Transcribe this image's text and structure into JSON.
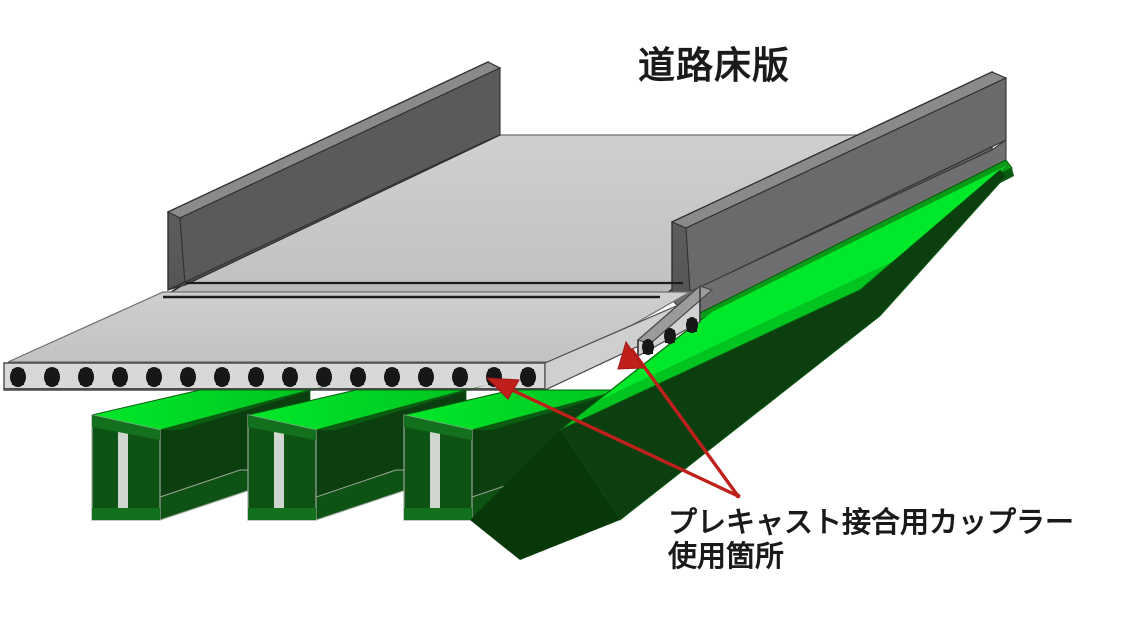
{
  "figure": {
    "kind": "isometric-technical-illustration",
    "subject": "precast concrete road deck slab on steel plate girders",
    "background_color": "#ffffff"
  },
  "labels": {
    "deck_title": "道路床版",
    "callout_line1": "プレキャスト接合用カップラー",
    "callout_line2": "使用箇所"
  },
  "colors": {
    "deck_top": "#c9c9c9",
    "deck_top_far": "#c4c4c4",
    "parapet_face": "#5e5e5e",
    "parapet_top": "#7a7a7a",
    "parapet_edge": "#4a4a4a",
    "deck_edge_band": "#d4d4d4",
    "coupler_bolt": "#1a1a1a",
    "girder_flange_light": "#00e024",
    "girder_flange_mid": "#00a81c",
    "girder_web_dark": "#0b3f10",
    "girder_web_darker": "#06300c",
    "girder_bottom": "#0d4a13",
    "girder_outline": "#9aa69a",
    "arrow_red": "#c0201c",
    "arrow_red_dark": "#8d1512",
    "outline": "#2a2a2a",
    "text": "#1a1a1a"
  },
  "components": [
    {
      "name": "road-deck-slab",
      "label": "道路床版",
      "description": "light gray precast deck panels forming the road surface"
    },
    {
      "name": "parapet-wall-left",
      "description": "dark gray upstand curb along the far left edge"
    },
    {
      "name": "parapet-wall-right",
      "description": "dark gray upstand curb along the far right edge"
    },
    {
      "name": "deck-panel-joints",
      "count": 2,
      "description": "transverse joint lines between precast deck panels"
    },
    {
      "name": "coupler-band",
      "count": 16,
      "description": "row of dark coupler bolts along the near deck edge"
    },
    {
      "name": "coupler-notch",
      "count": 3,
      "description": "couplers exposed in the cut-away notch of the deck"
    },
    {
      "name": "steel-plate-girders",
      "count": 4,
      "description": "green painted I-section steel girders supporting the deck"
    },
    {
      "name": "callout-arrows",
      "count": 2,
      "description": "two red leader arrows from the annotation to the coupler locations"
    }
  ],
  "annotations": [
    {
      "name": "deck-title-annotation",
      "text": "道路床版",
      "points_to": "road-deck-slab"
    },
    {
      "name": "coupler-callout-annotation",
      "text": "プレキャスト接合用カップラー使用箇所",
      "points_to": "coupler-band and coupler-notch"
    }
  ]
}
